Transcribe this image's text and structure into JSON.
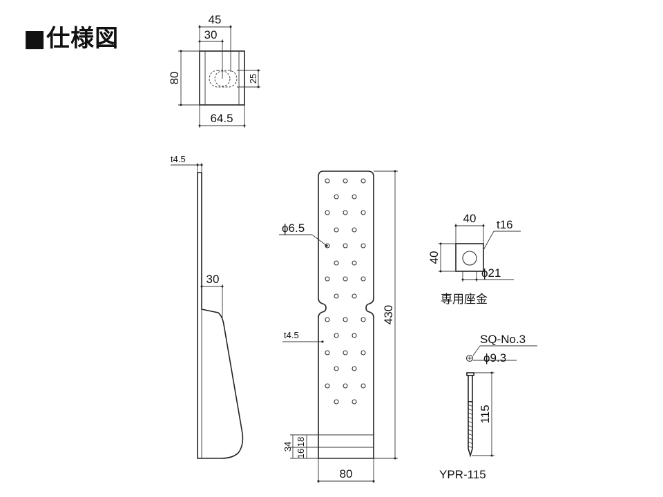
{
  "title": "■仕様図",
  "top_view": {
    "w45": "45",
    "w30": "30",
    "h80": "80",
    "h25": "25",
    "w64_5": "64.5"
  },
  "side_view": {
    "thickness": "t4.5",
    "dim30": "30"
  },
  "front_view": {
    "hole_dia": "ϕ6.5",
    "thickness": "t4.5",
    "height": "430",
    "width": "80",
    "dim34": "34",
    "dim18": "18",
    "dim16": "16"
  },
  "washer": {
    "w40": "40",
    "h40": "40",
    "thickness": "t16",
    "hole_dia": "ϕ21",
    "caption": "専用座金"
  },
  "screw": {
    "driver": "SQ-No.3",
    "head_dia": "ϕ9.3",
    "length": "115",
    "model": "YPR-115"
  }
}
